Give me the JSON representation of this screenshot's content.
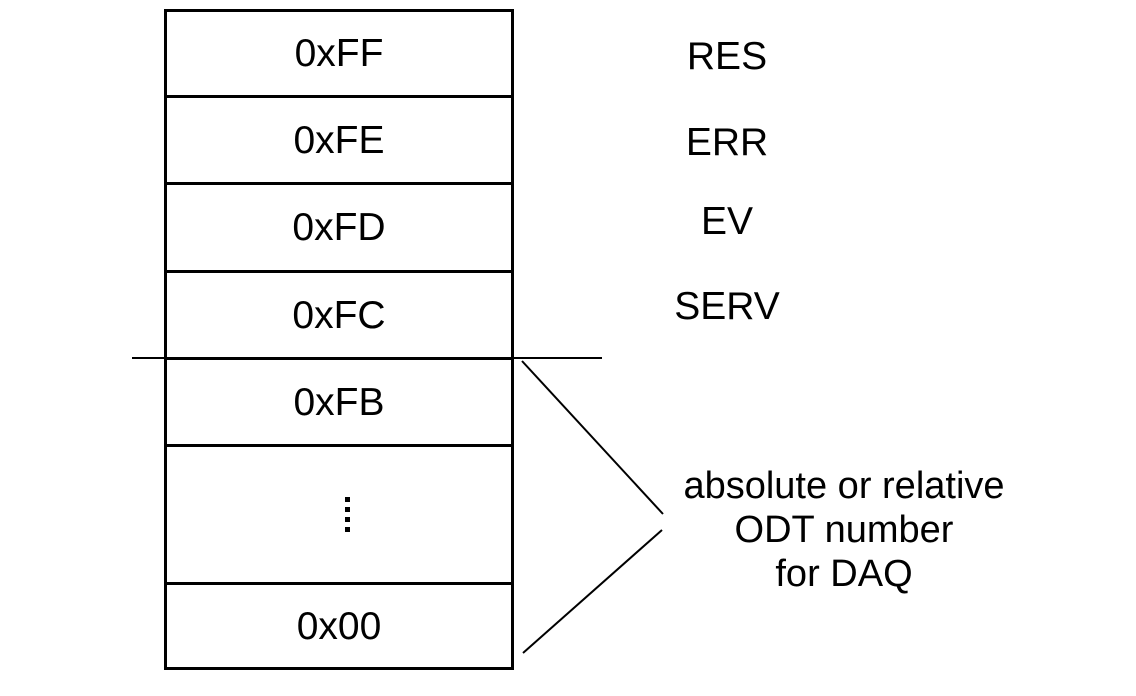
{
  "diagram": {
    "type": "memory-map",
    "cells": [
      "0xFF",
      "0xFE",
      "0xFD",
      "0xFC",
      "0xFB",
      "⋮",
      "0x00"
    ],
    "row_labels": [
      "RES",
      "ERR",
      "EV",
      "SERV"
    ],
    "annotation": {
      "line1": "absolute or relative",
      "line2": "ODT number",
      "line3": "for DAQ"
    },
    "colors": {
      "background": "#ffffff",
      "stroke": "#000000",
      "text": "#000000"
    }
  }
}
